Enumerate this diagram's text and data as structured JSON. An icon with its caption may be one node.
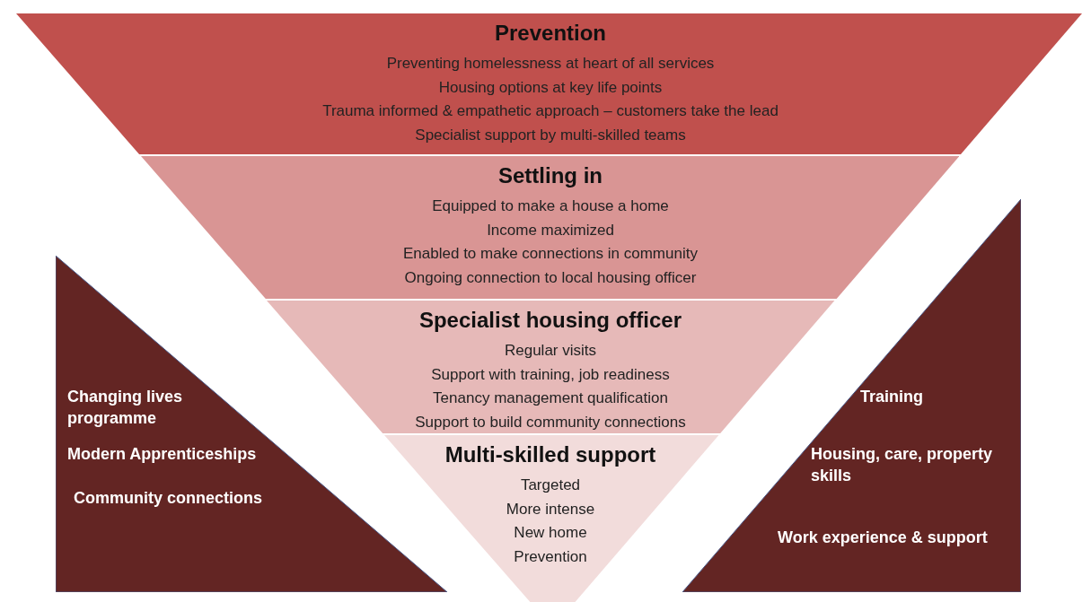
{
  "diagram": {
    "nodes": [
      {
        "text": [
          "Prevention",
          "Preventing homelessness at heart of all services",
          "Housing options at key life points",
          "Trauma informed & empathetic approach – customers take the lead",
          "Specialist support by multi-skilled teams"
        ]
      },
      {
        "text": [
          "Settling in",
          "Equipped to make a house a home",
          "Income maximized",
          "Enabled to make connections in community",
          "Ongoing connection to local housing officer"
        ]
      },
      {
        "text": [
          "Specialist housing officer",
          "Regular visits",
          "Support with training, job readiness",
          "Tenancy management qualification",
          "Support to build community connections"
        ]
      },
      {
        "text": [
          "Multi-skilled support",
          "Targeted",
          "More intense",
          "New home",
          "Prevention"
        ]
      },
      {
        "text": [
          "Changing lives programme",
          "Modern Apprenticeships",
          "Community connections"
        ]
      },
      {
        "text": [
          "Training",
          "Housing, care, property skills",
          "Work experience & support"
        ]
      }
    ]
  }
}
